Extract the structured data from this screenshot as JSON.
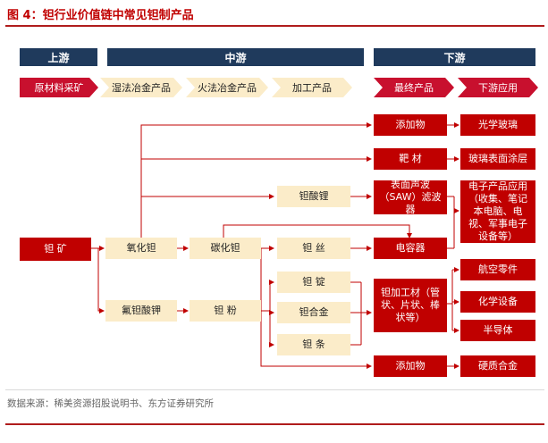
{
  "title": "图 4：钽行业价值链中常见钽制产品",
  "headers": {
    "upstream": "上游",
    "midstream": "中游",
    "downstream": "下游"
  },
  "stages": {
    "raw_mining": "原材料采矿",
    "wet_metallurgy": "湿法冶金产品",
    "fire_metallurgy": "火法冶金产品",
    "processed": "加工产品",
    "final": "最终产品",
    "downstream_app": "下游应用"
  },
  "nodes": {
    "ta_ore": "钽 矿",
    "ta_oxide": "氧化钽",
    "k_fluorotantalate": "氟钽酸钾",
    "ta_carbide": "碳化钽",
    "ta_powder": "钽 粉",
    "lithium_tantalate": "钽酸锂",
    "ta_wire": "钽 丝",
    "ta_ingot": "钽 锭",
    "ta_alloy": "钽合金",
    "ta_bar": "钽 条",
    "additive_top": "添加物",
    "target": "靶 材",
    "saw_filter": "表面声波（SAW）滤波器",
    "capacitor": "电容器",
    "ta_processed_material": "钽加工材（管状、片状、棒状等）",
    "additive_bottom": "添加物",
    "optical_glass": "光学玻璃",
    "glass_coating": "玻璃表面涂层",
    "electronics": "电子产品应用（收集、笔记本电脑、电视、军事电子设备等）",
    "aerospace": "航空零件",
    "chemical": "化学设备",
    "semiconductor": "半导体",
    "hard_alloy": "硬质合金"
  },
  "source": "数据来源：稀美资源招股说明书、东方证券研究所",
  "colors": {
    "red": "#c00000",
    "navy": "#1f3a5c",
    "cream": "#fbecc9",
    "rule": "#b01c1c"
  }
}
